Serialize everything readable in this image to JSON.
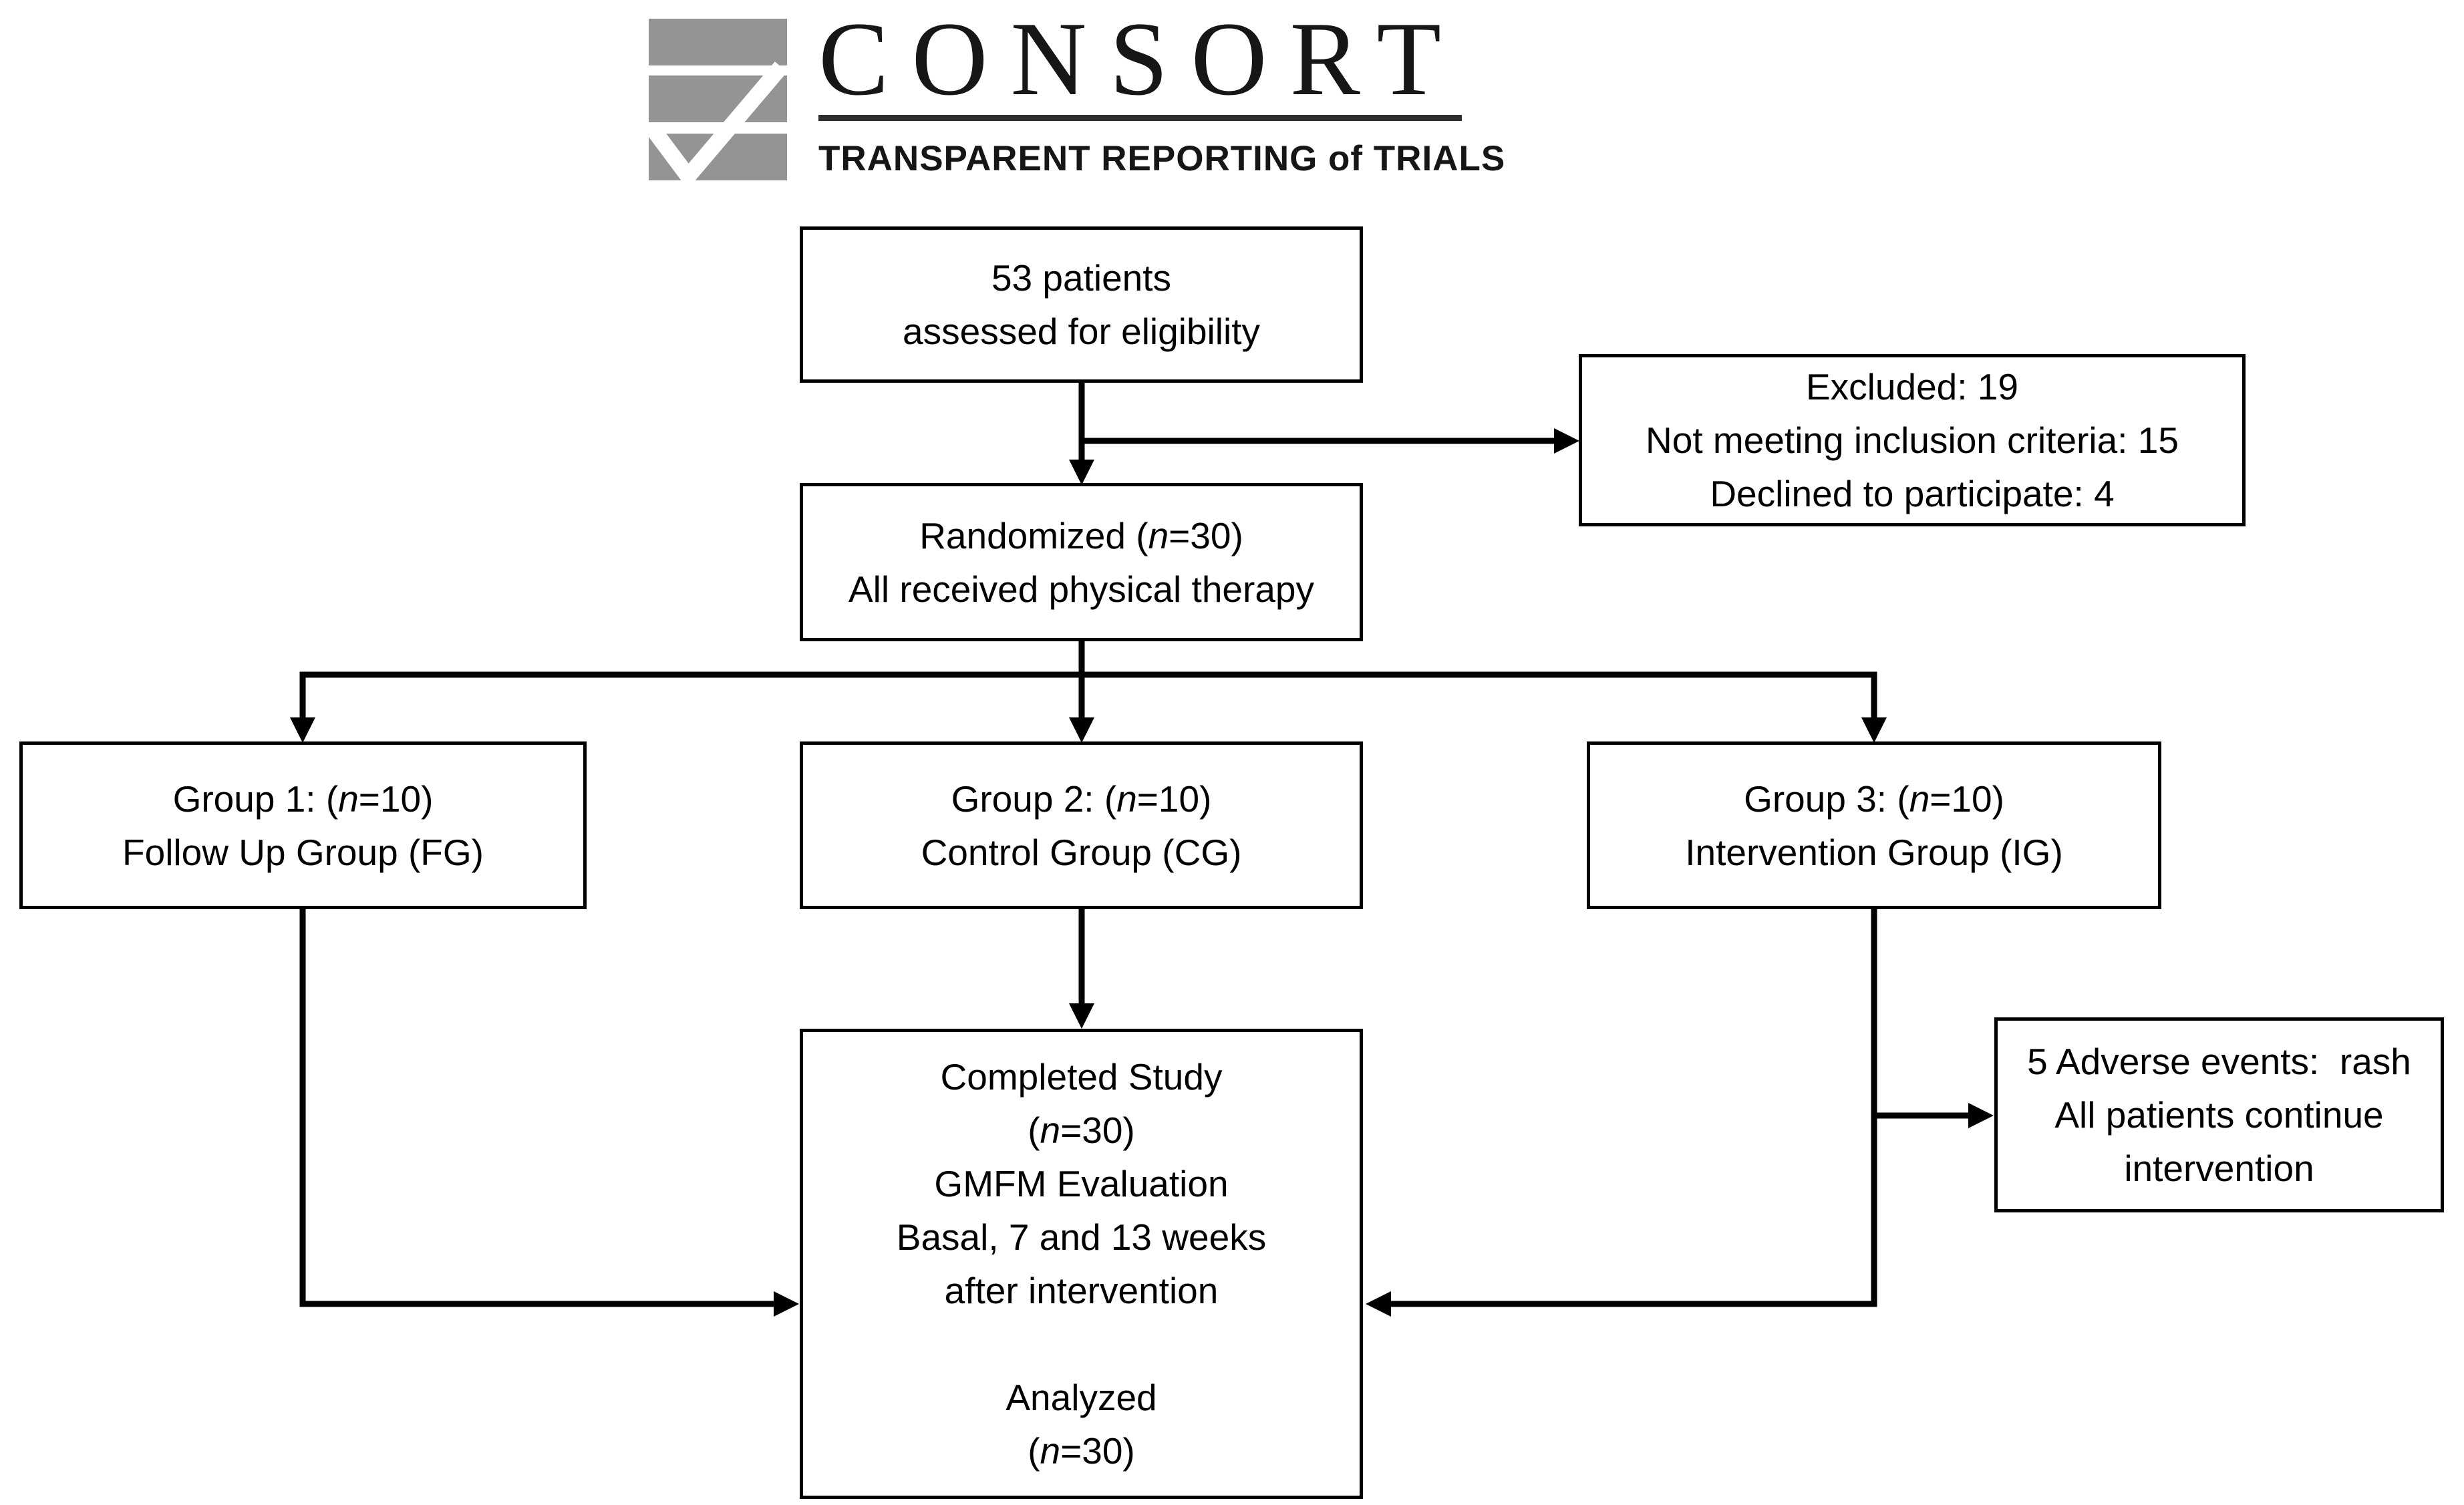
{
  "logo": {
    "title": "CONSORT",
    "subtitle": "TRANSPARENT REPORTING of TRIALS",
    "icon": "consort-checkmark-icon",
    "icon_color": "#949494",
    "text_color": "#161616",
    "rule_color": "#2e2e2e"
  },
  "style": {
    "background": "#ffffff",
    "box_border_color": "#000000",
    "connector_color": "#000000",
    "text_color": "#000000"
  },
  "flow": {
    "eligibility": {
      "lines": [
        [
          {
            "t": "53 patients"
          }
        ],
        [
          {
            "t": "assessed for eligibility"
          }
        ]
      ]
    },
    "excluded": {
      "lines": [
        [
          {
            "t": "Excluded: 19"
          }
        ],
        [
          {
            "t": "Not meeting inclusion criteria: 15"
          }
        ],
        [
          {
            "t": "Declined to participate: 4"
          }
        ]
      ]
    },
    "randomized": {
      "lines": [
        [
          {
            "t": "Randomized ("
          },
          {
            "t": "n",
            "i": true
          },
          {
            "t": "=30)"
          }
        ],
        [
          {
            "t": "All received physical therapy"
          }
        ]
      ]
    },
    "group1": {
      "lines": [
        [
          {
            "t": "Group 1: ("
          },
          {
            "t": "n",
            "i": true
          },
          {
            "t": "=10)"
          }
        ],
        [
          {
            "t": "Follow Up Group (FG)"
          }
        ]
      ]
    },
    "group2": {
      "lines": [
        [
          {
            "t": "Group 2: ("
          },
          {
            "t": "n",
            "i": true
          },
          {
            "t": "=10)"
          }
        ],
        [
          {
            "t": "Control Group (CG)"
          }
        ]
      ]
    },
    "group3": {
      "lines": [
        [
          {
            "t": "Group 3: ("
          },
          {
            "t": "n",
            "i": true
          },
          {
            "t": "=10)"
          }
        ],
        [
          {
            "t": "Intervention Group (IG)"
          }
        ]
      ]
    },
    "completed": {
      "lines": [
        [
          {
            "t": "Completed Study"
          }
        ],
        [
          {
            "t": "("
          },
          {
            "t": "n",
            "i": true
          },
          {
            "t": "=30)"
          }
        ],
        [
          {
            "t": "GMFM Evaluation"
          }
        ],
        [
          {
            "t": "Basal, 7 and 13 weeks"
          }
        ],
        [
          {
            "t": "after intervention"
          }
        ],
        [
          {
            "t": ""
          }
        ],
        [
          {
            "t": "Analyzed"
          }
        ],
        [
          {
            "t": "("
          },
          {
            "t": "n",
            "i": true
          },
          {
            "t": "=30)"
          }
        ]
      ]
    },
    "adverse": {
      "lines": [
        [
          {
            "t": "5 Adverse events:  rash"
          }
        ],
        [
          {
            "t": "All patients continue"
          }
        ],
        [
          {
            "t": "intervention"
          }
        ]
      ]
    }
  }
}
